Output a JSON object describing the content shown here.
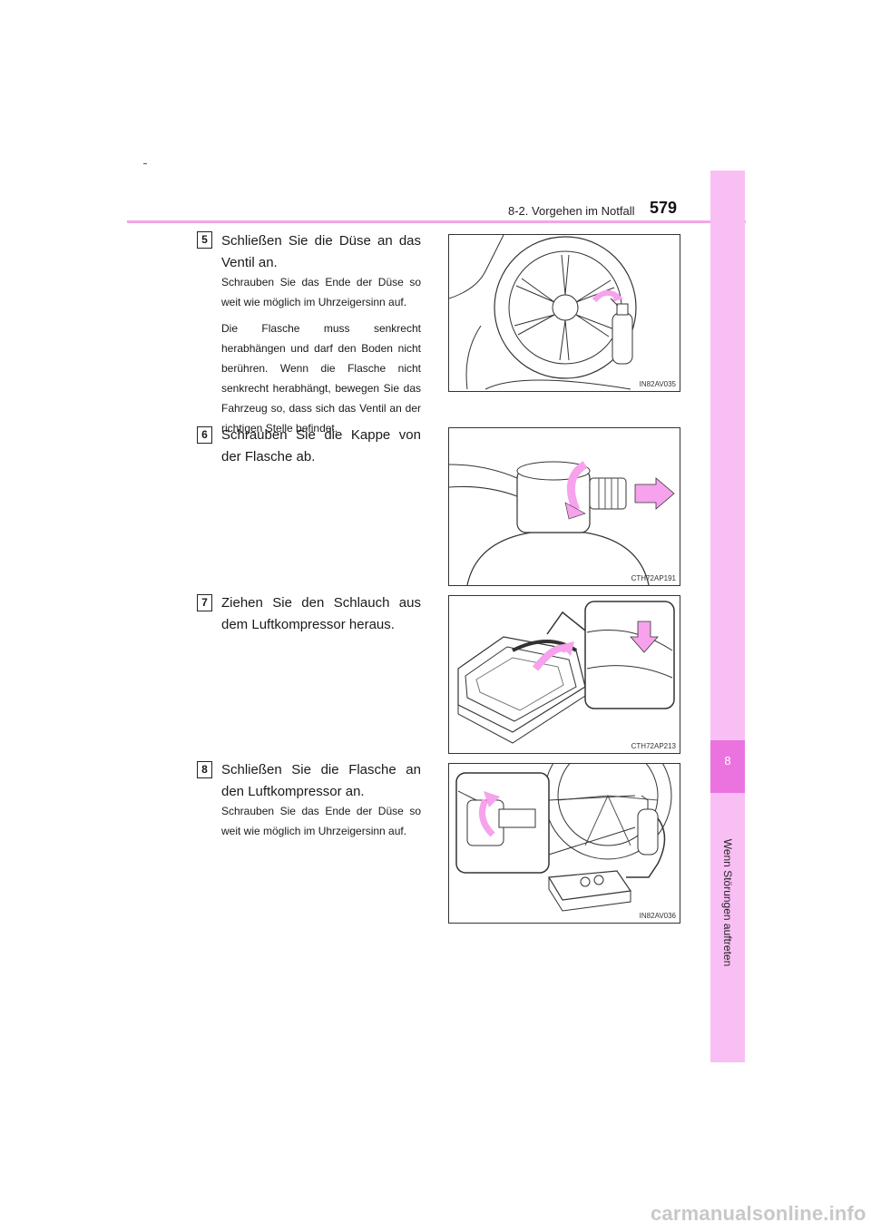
{
  "header": {
    "section": "8-2. Vorgehen im Notfall",
    "page_number": "579"
  },
  "side_tab": {
    "chapter_number": "8",
    "chapter_title": "Wenn Störungen auftreten"
  },
  "colors": {
    "accent_pink": "#f9bff4",
    "accent_magenta": "#ea73e0",
    "arrow_pink": "#f6a2ec"
  },
  "steps": [
    {
      "number": "5",
      "title": "Schließen Sie die Düse an das Ventil an.",
      "paragraphs": [
        "Schrauben Sie das Ende der Düse so weit wie möglich im Uhrzeigersinn auf.",
        "Die Flasche muss senkrecht herabhängen und darf den Boden nicht berühren. Wenn die Flasche nicht senkrecht herabhängt, bewegen Sie das Fahrzeug so, dass sich das Ventil an der richtigen Stelle befindet."
      ],
      "figure_code": "IN82AV035"
    },
    {
      "number": "6",
      "title": "Schrauben Sie die Kappe von der Flasche ab.",
      "paragraphs": [],
      "figure_code": "CTH72AP191"
    },
    {
      "number": "7",
      "title": "Ziehen Sie den Schlauch aus dem Luftkompressor heraus.",
      "paragraphs": [],
      "figure_code": "CTH72AP213"
    },
    {
      "number": "8",
      "title": "Schließen Sie die Flasche an den Luftkompressor an.",
      "paragraphs": [
        "Schrauben Sie das Ende der Düse so weit wie möglich im Uhrzeigersinn auf."
      ],
      "figure_code": "IN82AV036"
    }
  ],
  "watermark": "carmanualsonline.info"
}
